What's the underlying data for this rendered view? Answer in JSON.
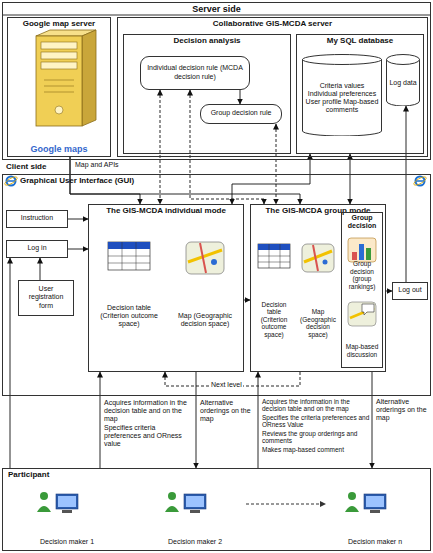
{
  "diagram": {
    "nodes": [
      {
        "text": [
          "Server side"
        ]
      },
      {
        "text": [
          "Google map server",
          "Google maps"
        ],
        "in": 0
      },
      {
        "text": [
          "Collaborative GIS-MCDA server"
        ],
        "in": 0
      },
      {
        "text": [
          "Decision analysis"
        ],
        "in": 2
      },
      {
        "text": [
          "Individual decision rule (MCDA decision rule)"
        ],
        "in": 3
      },
      {
        "text": [
          "Group decision rule"
        ],
        "in": 3
      },
      {
        "text": [
          "My SQL database"
        ],
        "in": 2
      },
      {
        "text": [
          "Criteria values Individual preferences User profile Map-based comments"
        ],
        "in": 6
      },
      {
        "text": [
          "Log data"
        ],
        "in": 6
      },
      {
        "text": [
          "Graphical User Interface (GUI)"
        ]
      },
      {
        "text": [
          "Instruction"
        ],
        "in": 9
      },
      {
        "text": [
          "Log in"
        ],
        "in": 9
      },
      {
        "text": [
          "User registration form"
        ],
        "in": 9
      },
      {
        "text": [
          "The GIS-MCDA individual mode"
        ],
        "in": 9
      },
      {
        "text": [
          "Decision table (Criterion outcome space)"
        ],
        "in": 13
      },
      {
        "text": [
          "Map (Geographic decision space)"
        ],
        "in": 13
      },
      {
        "text": [
          "The GIS-MCDA group mode"
        ],
        "in": 9
      },
      {
        "text": [
          "Decision table (Criterion outcome space)"
        ],
        "in": 16
      },
      {
        "text": [
          "Map (Geographic decision space)"
        ],
        "in": 16
      },
      {
        "text": [
          "Group decision"
        ],
        "in": 16
      },
      {
        "text": [
          "Group decision (group rankings)"
        ],
        "in": 19
      },
      {
        "text": [
          "Map-based discussion"
        ],
        "in": 19
      },
      {
        "text": [
          "Log out"
        ],
        "in": 9
      },
      {
        "text": [
          "Participant"
        ]
      },
      {
        "text": [
          "Decision maker 1"
        ],
        "in": 23
      },
      {
        "text": [
          "Decision maker 2"
        ],
        "in": 23
      },
      {
        "text": [
          "Decision maker n"
        ],
        "in": 23
      }
    ],
    "edges": [
      {
        "from": 1,
        "to": 13,
        "arrow": "to",
        "label": "Map and APIs"
      },
      {
        "from": 1,
        "to": 16,
        "arrow": "to"
      },
      {
        "from": 4,
        "to": 13,
        "arrow": "both"
      },
      {
        "from": 4,
        "to": 16,
        "arrow": "both"
      },
      {
        "from": 5,
        "to": 16,
        "arrow": "both"
      },
      {
        "from": 4,
        "to": 5,
        "arrow": "to"
      },
      {
        "from": 6,
        "to": 13,
        "arrow": "both"
      },
      {
        "from": 6,
        "to": 16,
        "arrow": "both"
      },
      {
        "from": 22,
        "to": 8,
        "arrow": "to"
      },
      {
        "from": 10,
        "to": 13,
        "arrow": "to"
      },
      {
        "from": 11,
        "to": 13,
        "arrow": "to"
      },
      {
        "from": 12,
        "to": 11,
        "arrow": "to"
      },
      {
        "from": 13,
        "to": 16,
        "arrow": "to"
      },
      {
        "from": 16,
        "to": 22,
        "arrow": "to"
      },
      {
        "from": 16,
        "to": 13,
        "arrow": "to",
        "label": "Next level"
      },
      {
        "from": 23,
        "to": 13,
        "arrow": "to"
      },
      {
        "from": 13,
        "to": 23,
        "arrow": "to"
      },
      {
        "from": 23,
        "to": 16,
        "arrow": "to"
      },
      {
        "from": 16,
        "to": 23,
        "arrow": "to"
      },
      {
        "from": 23,
        "to": 11,
        "arrow": "to"
      }
    ],
    "labels": [
      "Client side",
      "Acquires information in the decision table and on the map",
      "Specifies criteria preferences and ORness value",
      "Alternative orderings on the map",
      "Acquires the information in the decision table and on the map",
      "Specifies the criteria preferences and ORness Value",
      "Reviews the group orderings and comments",
      "Makes map-based comment",
      "Alternative orderings on the map"
    ]
  }
}
